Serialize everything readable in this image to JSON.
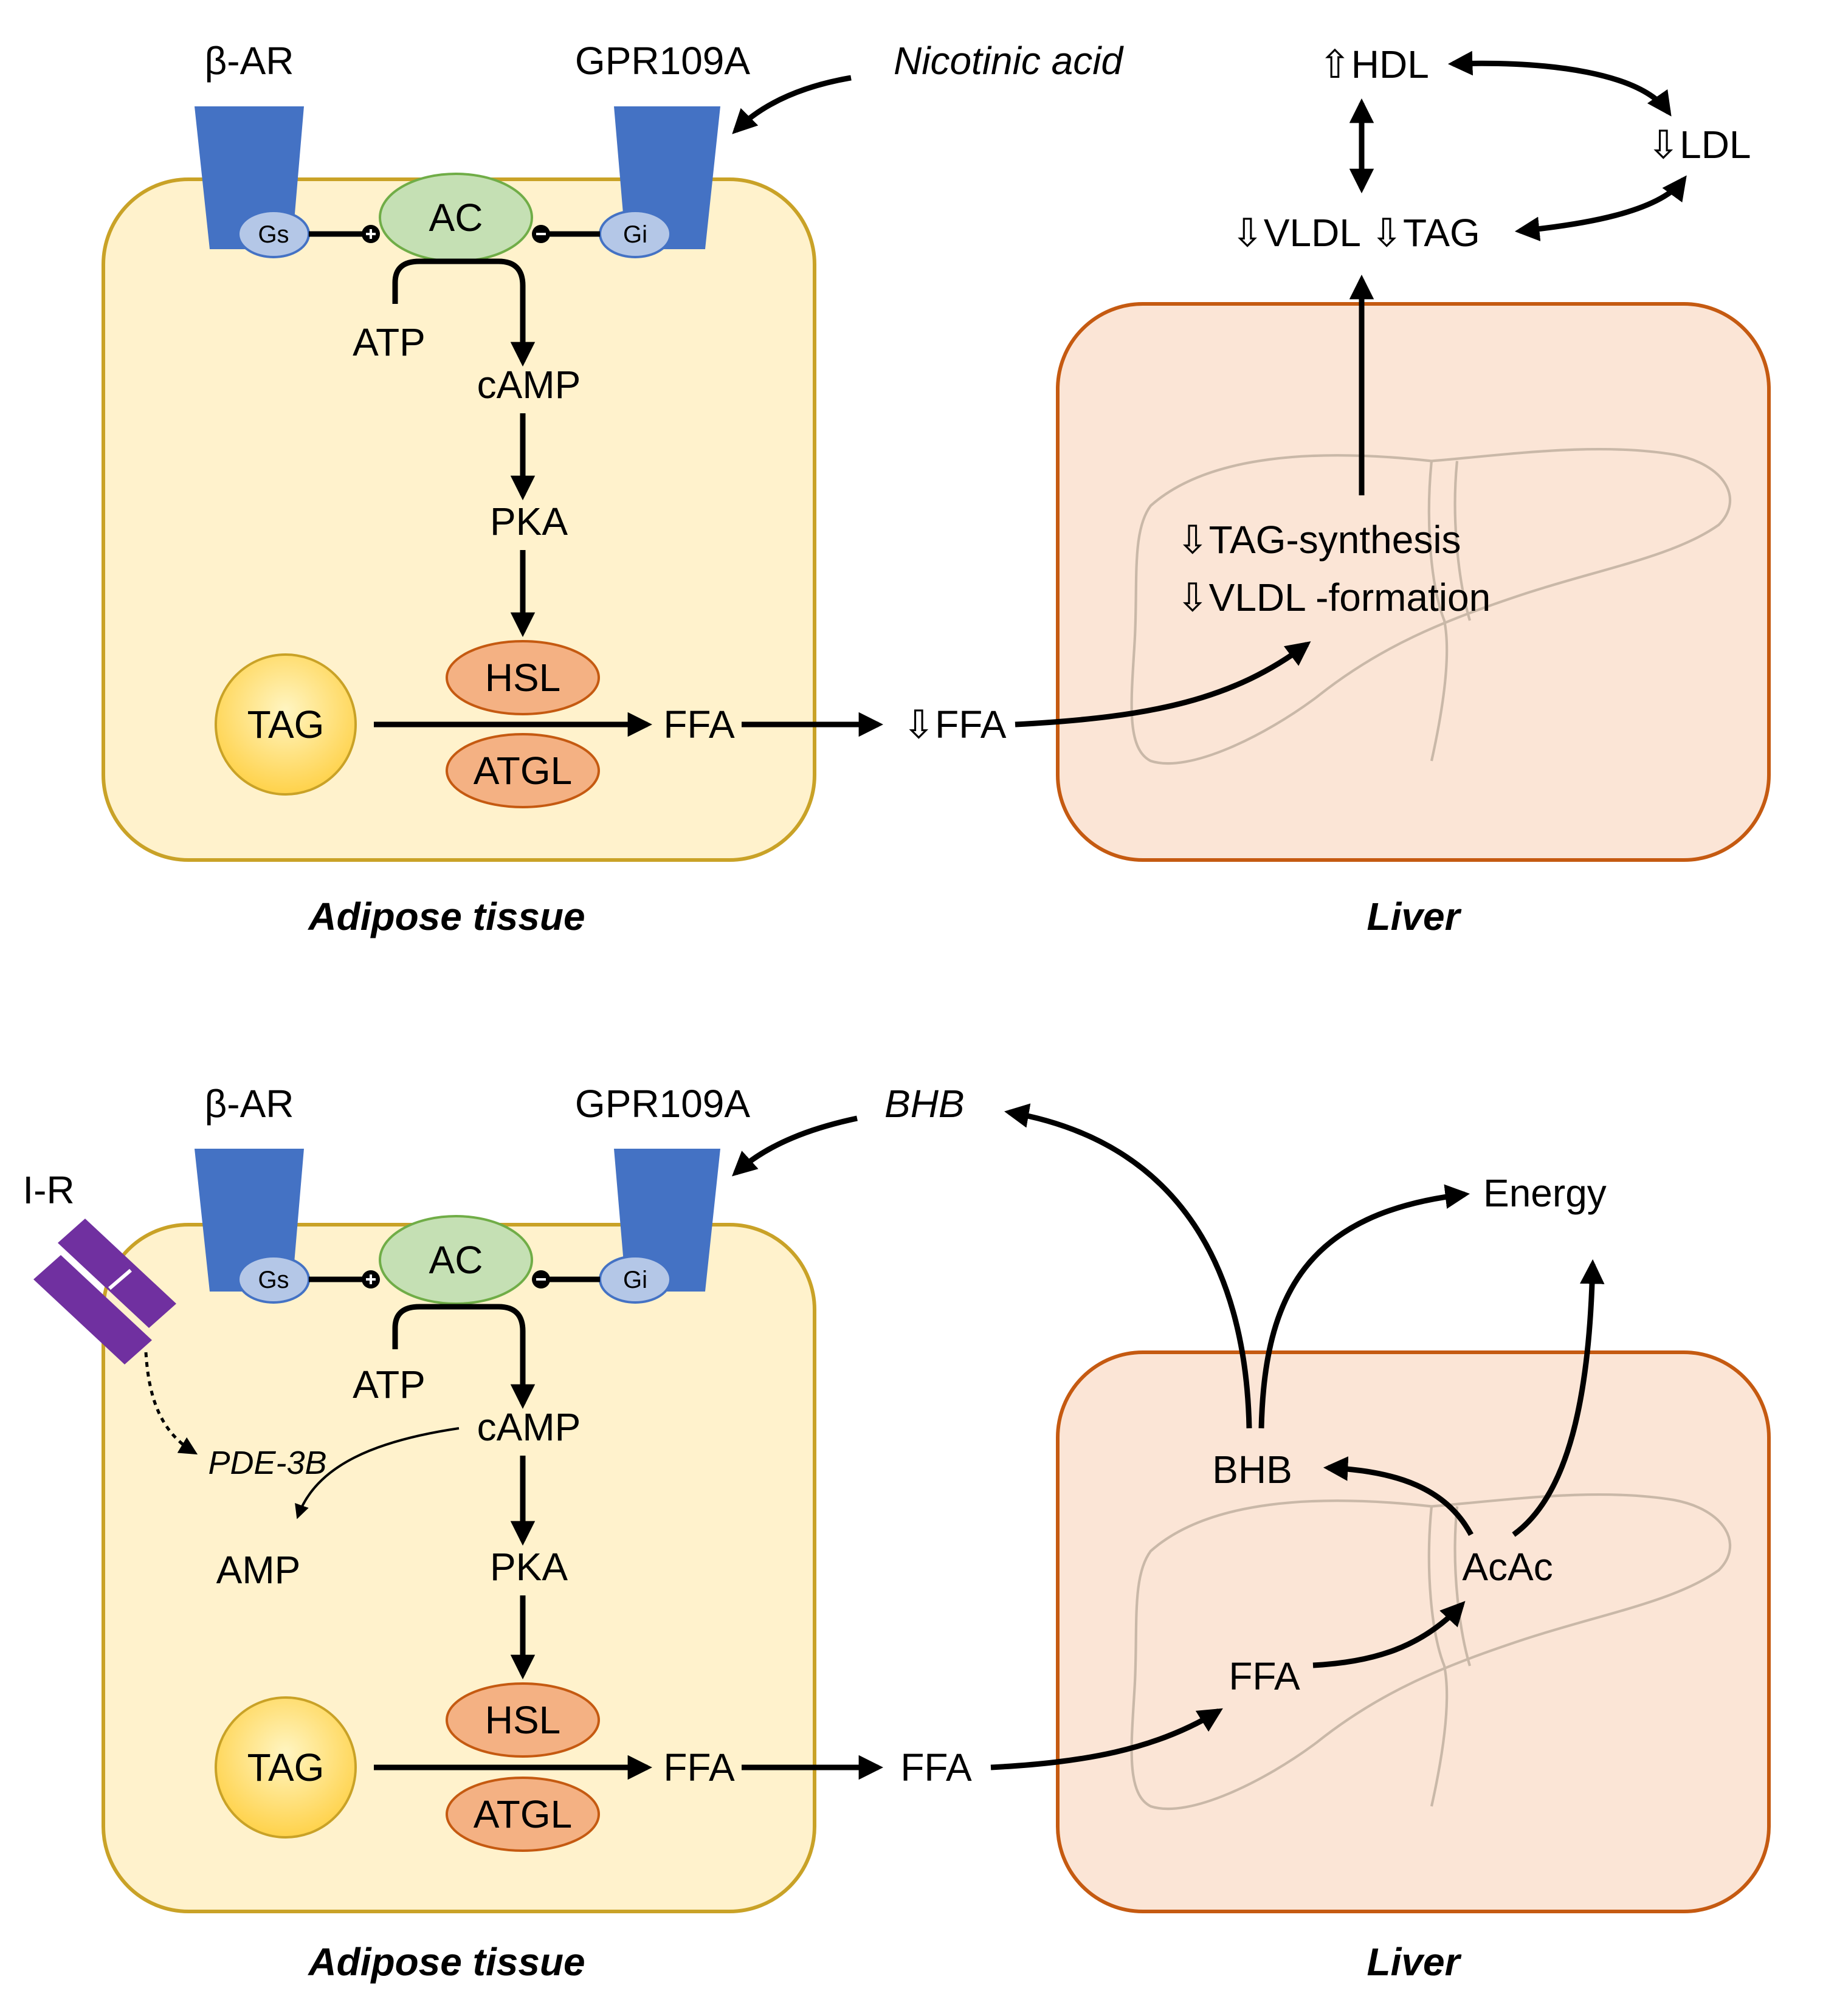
{
  "panels": [
    {
      "receptor_left": "β-AR",
      "receptor_right": "GPR109A",
      "ligand": "Nicotinic acid",
      "gs_label": "Gs",
      "gi_label": "Gi",
      "ac": "AC",
      "atp": "ATP",
      "camp": "cAMP",
      "pka": "PKA",
      "hsl": "HSL",
      "atgl": "ATGL",
      "tag": "TAG",
      "ffa_cell": "FFA",
      "ffa_blood": "⇩FFA",
      "liver_line1": "⇩TAG-synthesis",
      "liver_line2": "⇩VLDL -formation",
      "hdl": "⇧HDL",
      "ldl": "⇩LDL",
      "vldl_tag": "⇩VLDL ⇩TAG",
      "adipose_caption": "Adipose tissue",
      "liver_caption": "Liver"
    },
    {
      "receptor_left": "β-AR",
      "receptor_right": "GPR109A",
      "ligand": "BHB",
      "insulin_receptor": "I-R",
      "gs_label": "Gs",
      "gi_label": "Gi",
      "ac": "AC",
      "atp": "ATP",
      "camp": "cAMP",
      "pde": "PDE-3B",
      "amp": "AMP",
      "pka": "PKA",
      "hsl": "HSL",
      "atgl": "ATGL",
      "tag": "TAG",
      "ffa_cell": "FFA",
      "ffa_blood": "FFA",
      "liver_ffa": "FFA",
      "liver_acac": "AcAc",
      "liver_bhb": "BHB",
      "energy": "Energy",
      "adipose_caption": "Adipose tissue",
      "liver_caption": "Liver"
    }
  ],
  "colors": {
    "adipose_fill": "#fff2cc",
    "adipose_stroke": "#c9a227",
    "liver_fill": "#fbe5d6",
    "liver_stroke": "#c55a11",
    "receptor": "#4472c4",
    "g_protein": "#b4c7e7",
    "ac_fill": "#c5e0b4",
    "enzyme_fill": "#f4b183",
    "tag_fill": "#ffd966",
    "insulin_receptor": "#7030a0"
  }
}
